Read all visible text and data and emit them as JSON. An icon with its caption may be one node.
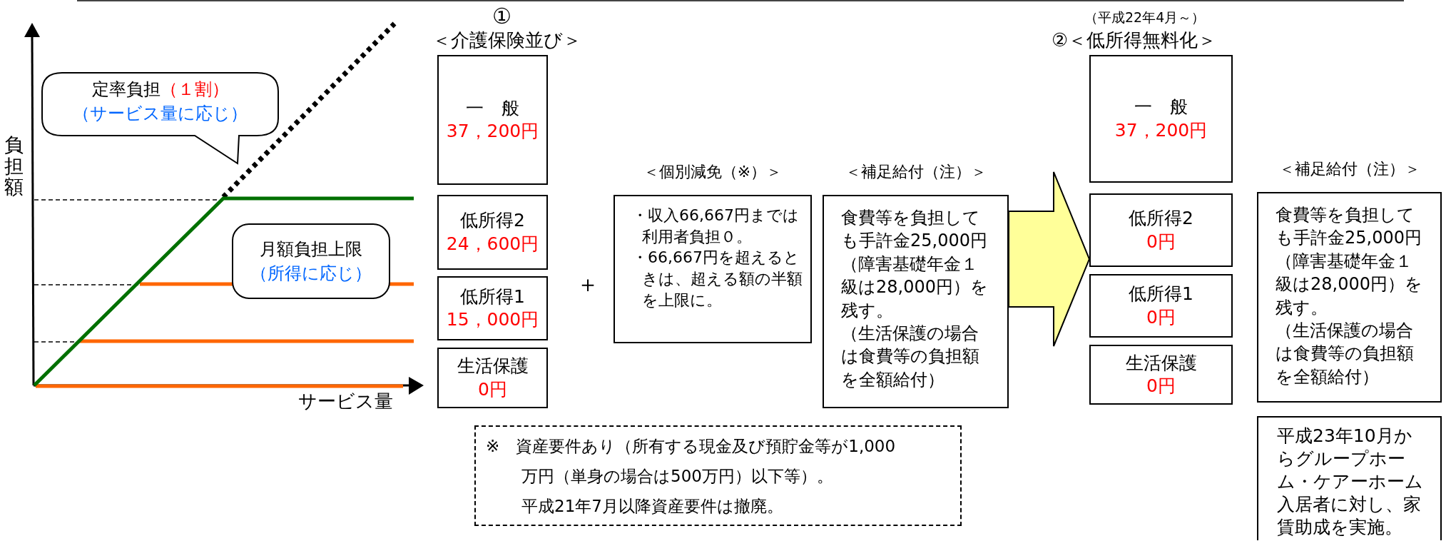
{
  "diagram": {
    "nodes": [
      {
        "text": [
          "定率負担",
          "（１割）",
          "（サービス量に応じ）"
        ]
      },
      {
        "text": [
          "月額負担上限",
          "（所得に応じ）"
        ]
      },
      {
        "text": [
          "一　般",
          "37，200円"
        ]
      },
      {
        "text": [
          "低所得2",
          "24，600円"
        ]
      },
      {
        "text": [
          "低所得1",
          "15，000円"
        ]
      },
      {
        "text": [
          "生活保護",
          "0円"
        ]
      },
      {
        "text": [
          "＜個別減免（※）＞",
          "・収入66,667円までは利用者負担０。",
          "・66,667円を超えるときは、超える額の半額を上限に。"
        ]
      },
      {
        "text": [
          "＜補足給付（注）＞",
          "食費等を負担しても手許金25,000円（障害基礎年金１級は28,000円）を残す。",
          "（生活保護の場合は食費等の負担額を全額給付）"
        ]
      },
      {
        "text": [
          "一　般",
          "37，200円"
        ]
      },
      {
        "text": [
          "低所得2",
          "0円"
        ]
      },
      {
        "text": [
          "低所得1",
          "0円"
        ]
      },
      {
        "text": [
          "生活保護",
          "0円"
        ]
      },
      {
        "text": [
          "＜補足給付（注）＞",
          "食費等を負担しても手許金25,000円（障害基礎年金１級は28,000円）を残す。",
          "（生活保護の場合は食費等の負担額を全額給付）"
        ]
      },
      {
        "text": [
          "平成23年10月からグループホーム・ケアーホーム入居者に対し、家賃助成を実施。"
        ]
      },
      {
        "text": [
          "※　資産要件あり（所有する現金及び預貯金等が1,000万円（単身の場合は500万円）以下等）。",
          "平成21年7月以降資産要件は撤廃。"
        ]
      }
    ],
    "edges": [
      {
        "from": 7,
        "to": 9,
        "arrow": "to"
      }
    ],
    "labels": [
      "①",
      "＜介護保険並び＞",
      "（平成22年4月～）",
      "②＜低所得無料化＞",
      "＋",
      "負担額",
      "サービス量"
    ]
  }
}
